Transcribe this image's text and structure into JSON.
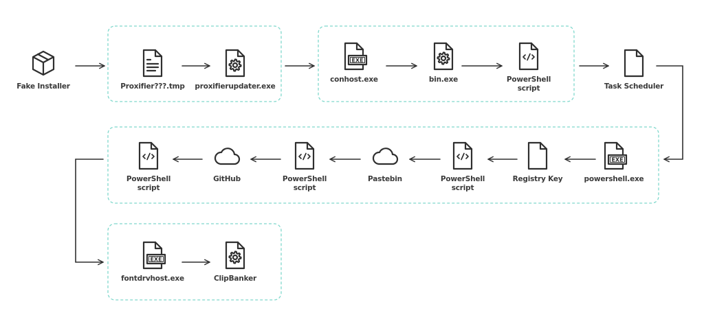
{
  "colors": {
    "stroke": "#2f2f2f",
    "group_border": "#7fd8cc",
    "label": "#3a3a3a"
  },
  "nodes": [
    {
      "label": "Fake Installer",
      "icon": "package-box-icon"
    },
    {
      "label": "Proxifier???.tmp",
      "icon": "text-file-icon"
    },
    {
      "label": "proxifierupdater.exe",
      "icon": "gear-file-icon"
    },
    {
      "label": "conhost.exe",
      "icon": "exe-file-icon"
    },
    {
      "label": "bin.exe",
      "icon": "gear-file-icon"
    },
    {
      "label": "PowerShell\nscript",
      "icon": "code-file-icon"
    },
    {
      "label": "Task Scheduler",
      "icon": "blank-file-icon"
    },
    {
      "label": "powershell.exe",
      "icon": "exe-file-icon"
    },
    {
      "label": "Registry Key",
      "icon": "blank-file-icon"
    },
    {
      "label": "PowerShell\nscript",
      "icon": "code-file-icon"
    },
    {
      "label": "Pastebin",
      "icon": "cloud-icon"
    },
    {
      "label": "PowerShell\nscript",
      "icon": "code-file-icon"
    },
    {
      "label": "GitHub",
      "icon": "cloud-icon"
    },
    {
      "label": "PowerShell\nscript",
      "icon": "code-file-icon"
    },
    {
      "label": "fontdrvhost.exe",
      "icon": "exe-file-icon"
    },
    {
      "label": "ClipBanker",
      "icon": "gear-file-icon"
    }
  ]
}
